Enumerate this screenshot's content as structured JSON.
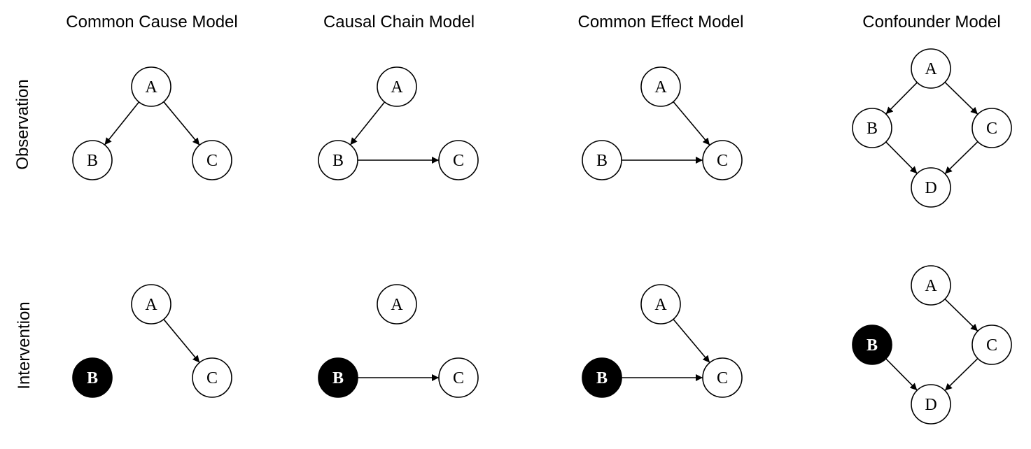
{
  "columns": [
    {
      "title": "Common Cause Model"
    },
    {
      "title": "Causal Chain Model"
    },
    {
      "title": "Common Effect Model"
    },
    {
      "title": "Confounder Model"
    }
  ],
  "rows": [
    {
      "label": "Observation"
    },
    {
      "label": "Intervention"
    }
  ],
  "panels": [
    {
      "col": 0,
      "row": 0,
      "nodes": [
        {
          "id": "A",
          "label": "A"
        },
        {
          "id": "B",
          "label": "B"
        },
        {
          "id": "C",
          "label": "C"
        }
      ],
      "edges": [
        {
          "from": "A",
          "to": "B"
        },
        {
          "from": "A",
          "to": "C"
        }
      ],
      "intervened": []
    },
    {
      "col": 1,
      "row": 0,
      "nodes": [
        {
          "id": "A",
          "label": "A"
        },
        {
          "id": "B",
          "label": "B"
        },
        {
          "id": "C",
          "label": "C"
        }
      ],
      "edges": [
        {
          "from": "A",
          "to": "B"
        },
        {
          "from": "B",
          "to": "C"
        }
      ],
      "intervened": []
    },
    {
      "col": 2,
      "row": 0,
      "nodes": [
        {
          "id": "A",
          "label": "A"
        },
        {
          "id": "B",
          "label": "B"
        },
        {
          "id": "C",
          "label": "C"
        }
      ],
      "edges": [
        {
          "from": "A",
          "to": "C"
        },
        {
          "from": "B",
          "to": "C"
        }
      ],
      "intervened": []
    },
    {
      "col": 3,
      "row": 0,
      "nodes": [
        {
          "id": "A",
          "label": "A"
        },
        {
          "id": "B",
          "label": "B"
        },
        {
          "id": "C",
          "label": "C"
        },
        {
          "id": "D",
          "label": "D"
        }
      ],
      "edges": [
        {
          "from": "A",
          "to": "B"
        },
        {
          "from": "A",
          "to": "C"
        },
        {
          "from": "B",
          "to": "D"
        },
        {
          "from": "C",
          "to": "D"
        }
      ],
      "intervened": []
    },
    {
      "col": 0,
      "row": 1,
      "nodes": [
        {
          "id": "A",
          "label": "A"
        },
        {
          "id": "B",
          "label": "B"
        },
        {
          "id": "C",
          "label": "C"
        }
      ],
      "edges": [
        {
          "from": "A",
          "to": "C"
        }
      ],
      "intervened": [
        "B"
      ]
    },
    {
      "col": 1,
      "row": 1,
      "nodes": [
        {
          "id": "A",
          "label": "A"
        },
        {
          "id": "B",
          "label": "B"
        },
        {
          "id": "C",
          "label": "C"
        }
      ],
      "edges": [
        {
          "from": "B",
          "to": "C"
        }
      ],
      "intervened": [
        "B"
      ]
    },
    {
      "col": 2,
      "row": 1,
      "nodes": [
        {
          "id": "A",
          "label": "A"
        },
        {
          "id": "B",
          "label": "B"
        },
        {
          "id": "C",
          "label": "C"
        }
      ],
      "edges": [
        {
          "from": "A",
          "to": "C"
        },
        {
          "from": "B",
          "to": "C"
        }
      ],
      "intervened": [
        "B"
      ]
    },
    {
      "col": 3,
      "row": 1,
      "nodes": [
        {
          "id": "A",
          "label": "A"
        },
        {
          "id": "B",
          "label": "B"
        },
        {
          "id": "C",
          "label": "C"
        },
        {
          "id": "D",
          "label": "D"
        }
      ],
      "edges": [
        {
          "from": "A",
          "to": "C"
        },
        {
          "from": "B",
          "to": "D"
        },
        {
          "from": "C",
          "to": "D"
        }
      ],
      "intervened": [
        "B"
      ]
    }
  ],
  "colors": {
    "line": "#000000",
    "node_fill": "#ffffff",
    "intervened_fill": "#000000",
    "intervened_text": "#ffffff"
  }
}
